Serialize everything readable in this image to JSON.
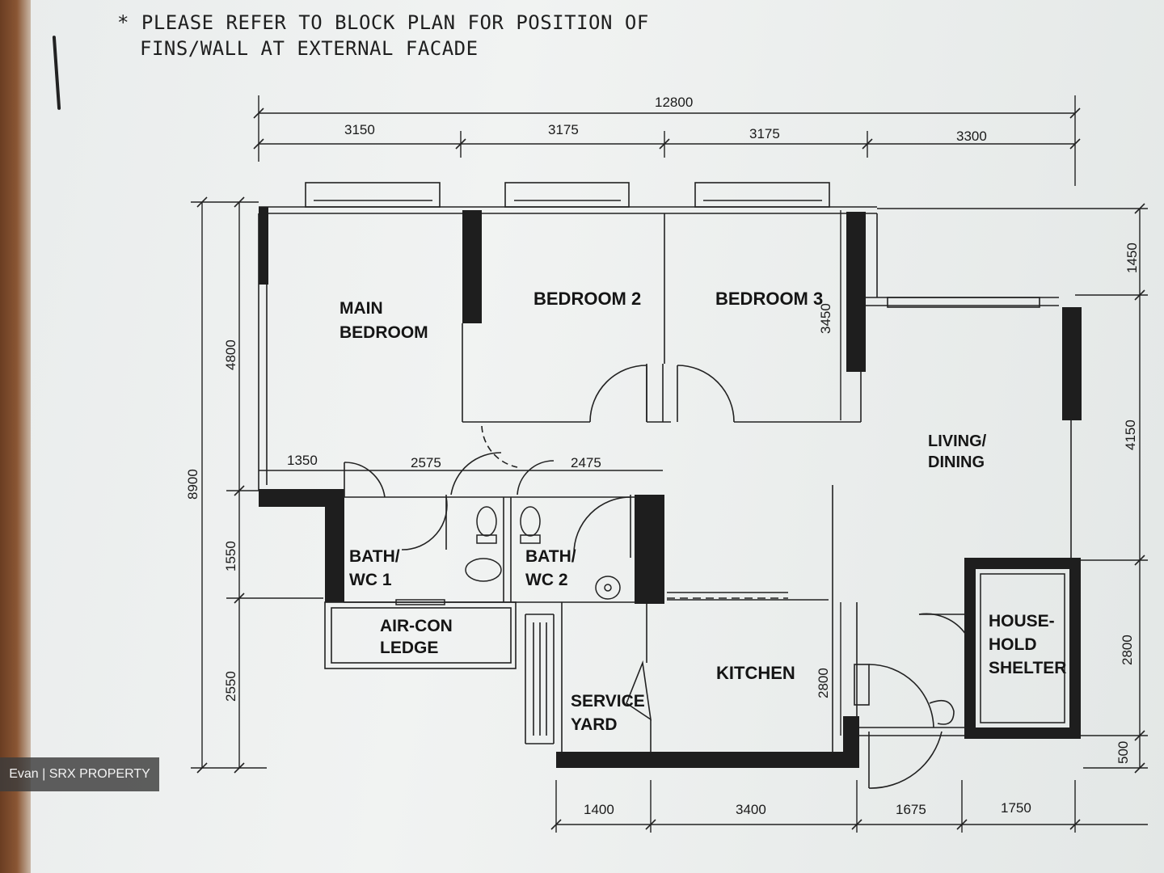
{
  "header_note": {
    "line1": "* PLEASE REFER TO BLOCK PLAN FOR POSITION OF",
    "line2": "FINS/WALL AT EXTERNAL FACADE"
  },
  "rooms": {
    "main_bedroom_1": "MAIN",
    "main_bedroom_2": "BEDROOM",
    "bedroom_2": "BEDROOM 2",
    "bedroom_3": "BEDROOM 3",
    "living_1": "LIVING/",
    "living_2": "DINING",
    "bath1_1": "BATH/",
    "bath1_2": "WC 1",
    "bath2_1": "BATH/",
    "bath2_2": "WC 2",
    "aircon_1": "AIR-CON",
    "aircon_2": "LEDGE",
    "kitchen": "KITCHEN",
    "service_1": "SERVICE",
    "service_2": "YARD",
    "shelter_1": "HOUSE-",
    "shelter_2": "HOLD",
    "shelter_3": "SHELTER"
  },
  "dimensions": {
    "top_total": "12800",
    "top_1": "3150",
    "top_2": "3175",
    "top_3": "3175",
    "top_4": "3300",
    "bottom_1": "1400",
    "bottom_2": "3400",
    "bottom_3": "1675",
    "bottom_4": "1750",
    "left_1": "4800",
    "left_total": "8900",
    "left_2": "1550",
    "left_3": "2550",
    "right_1": "1450",
    "right_2": "4150",
    "right_3": "2800",
    "right_4": "500",
    "inner_bed3": "3450",
    "inner_kitchen": "2800",
    "corridor_1": "1350",
    "corridor_2": "2575",
    "corridor_3": "2475"
  },
  "watermark": "Evan | SRX PROPERTY"
}
